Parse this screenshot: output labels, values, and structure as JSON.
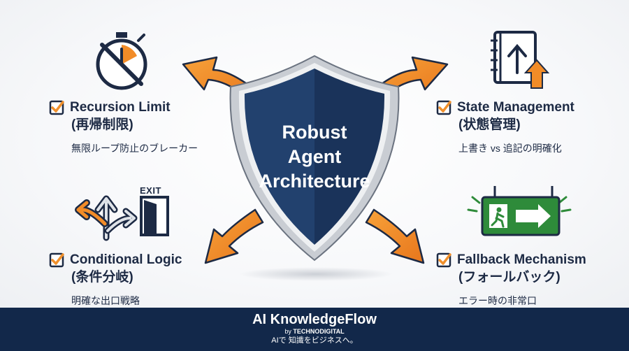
{
  "shield": {
    "line1": "Robust",
    "line2": "Agent",
    "line3": "Architecture"
  },
  "items": {
    "recursion": {
      "title": "Recursion Limit",
      "title_jp": "(再帰制限)",
      "desc": "無限ループ防止のブレーカー"
    },
    "state": {
      "title": "State Management",
      "title_jp": "(状態管理)",
      "desc": "上書き vs 追記の明確化"
    },
    "conditional": {
      "title": "Conditional Logic",
      "title_jp": "(条件分岐)",
      "desc": "明確な出口戦略"
    },
    "fallback": {
      "title": "Fallback Mechanism",
      "title_jp": "(フォールバック)",
      "desc": "エラー時の非常口"
    }
  },
  "icons": {
    "exit_text": "EXIT"
  },
  "footer": {
    "brand": "AI KnowledgeFlow",
    "by_prefix": "by ",
    "by_company": "TECHNODIGITAL",
    "tagline": "AIで 知識をビジネスへ。"
  },
  "colors": {
    "navy": "#1d3461",
    "arrow_orange": "#f28c28",
    "check_orange": "#f0902c",
    "exit_green": "#2e8b3a",
    "footer_bg": "#12284a"
  }
}
